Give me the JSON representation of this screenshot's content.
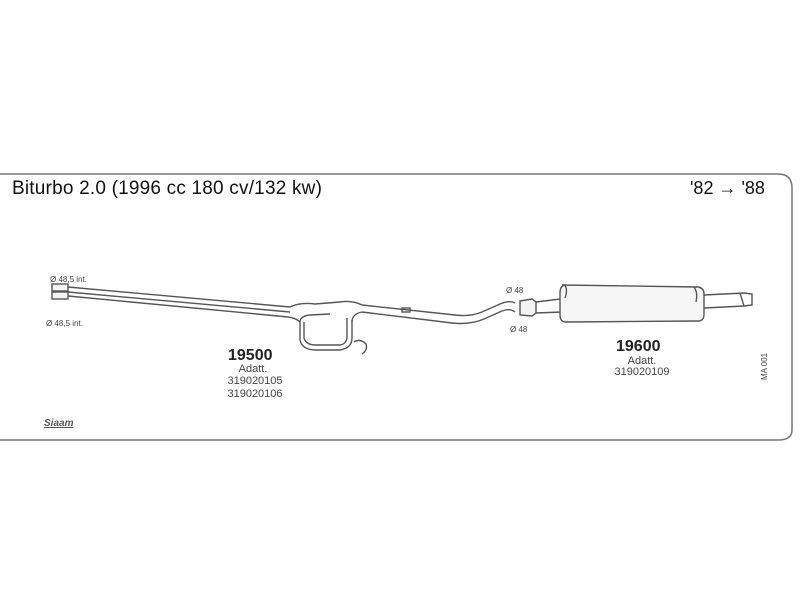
{
  "header": {
    "title": "Biturbo 2.0 (1996 cc 180 cv/132 kw)",
    "years": "'82 → '88"
  },
  "diameters": {
    "front_top": "Ø 48,5 int.",
    "front_bottom": "Ø 48,5 int.",
    "mid_top": "Ø 48",
    "mid_bottom": "Ø 48"
  },
  "parts": [
    {
      "number": "19500",
      "label": "Adatt.",
      "codes": [
        "319020105",
        "319020106"
      ]
    },
    {
      "number": "19600",
      "label": "Adatt.",
      "codes": [
        "319020109"
      ]
    }
  ],
  "footer": {
    "code": "MA 001",
    "logo": "Siaam"
  }
}
